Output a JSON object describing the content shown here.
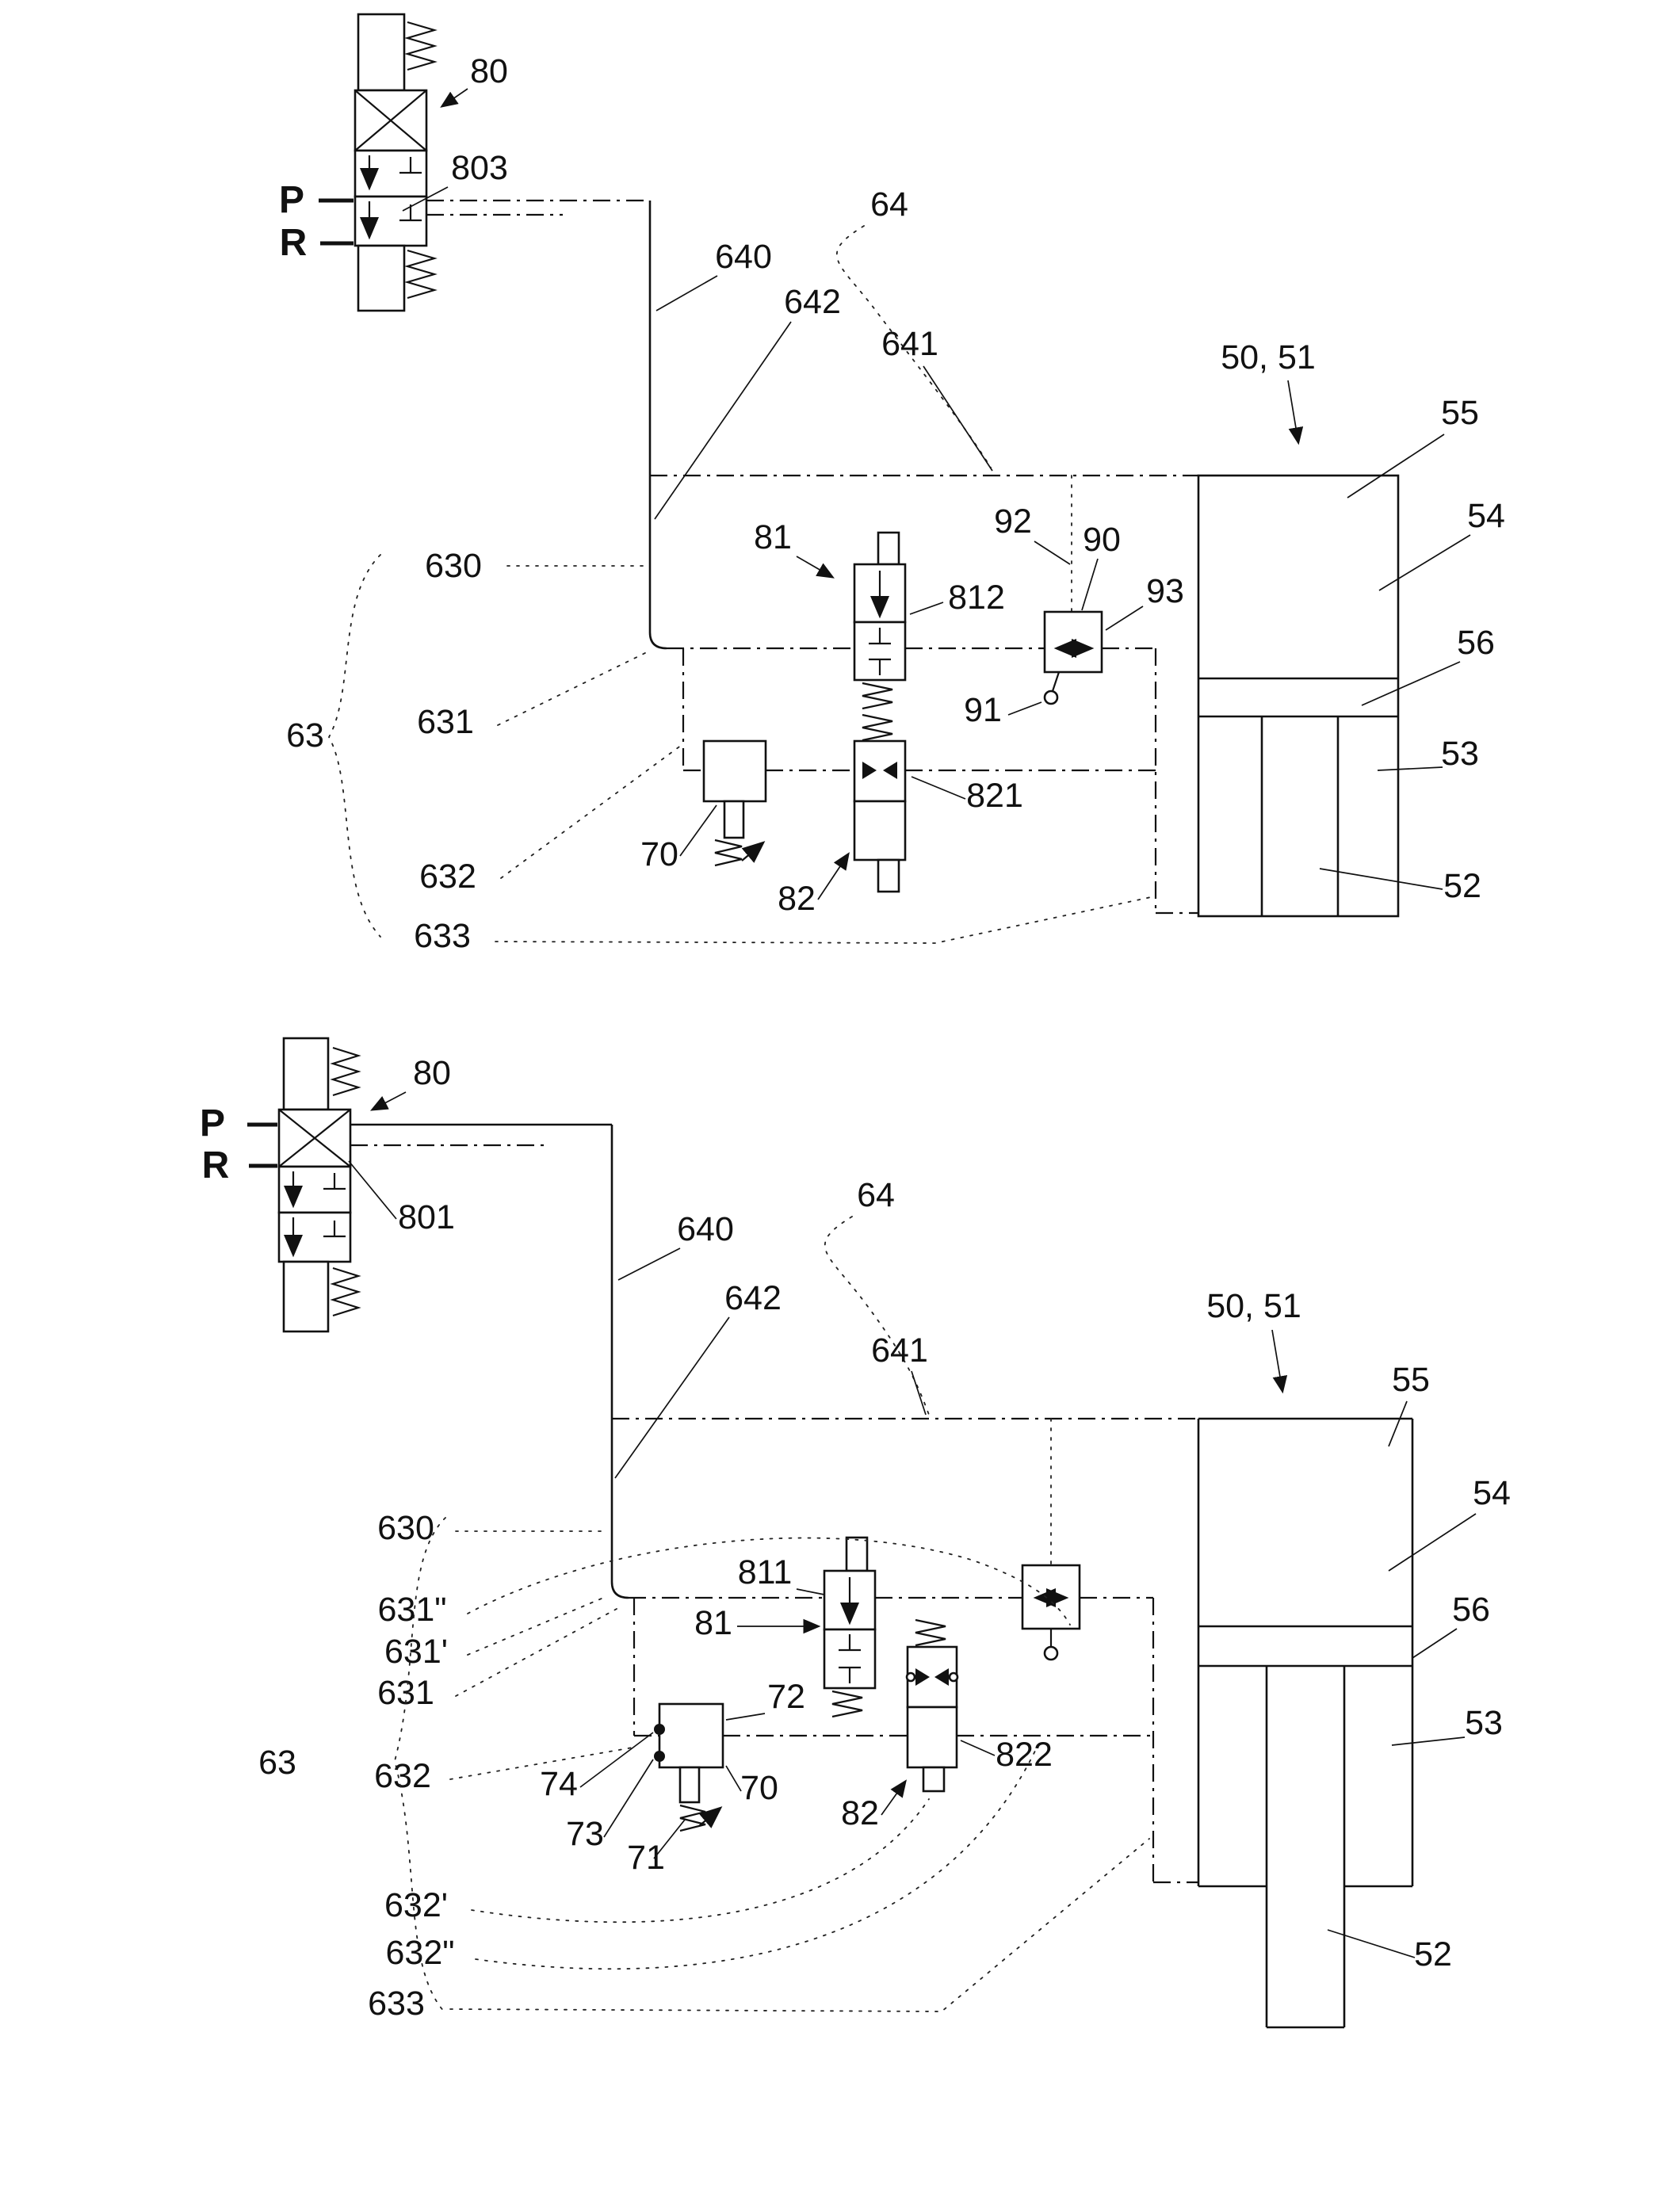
{
  "figure1": {
    "labels": {
      "ref80": "80",
      "ref803": "803",
      "portP": "P",
      "portR": "R",
      "ref640": "640",
      "ref64": "64",
      "ref642": "642",
      "ref641": "641",
      "ref5051": "50, 51",
      "ref55": "55",
      "ref54": "54",
      "ref56": "56",
      "ref53": "53",
      "ref52": "52",
      "ref630": "630",
      "ref63": "63",
      "ref631": "631",
      "ref81": "81",
      "ref812": "812",
      "ref92": "92",
      "ref90": "90",
      "ref93": "93",
      "ref91": "91",
      "ref70": "70",
      "ref821": "821",
      "ref82": "82",
      "ref632": "632",
      "ref633": "633"
    }
  },
  "figure2": {
    "labels": {
      "ref80": "80",
      "ref801": "801",
      "portP": "P",
      "portR": "R",
      "ref640": "640",
      "ref64": "64",
      "ref642": "642",
      "ref641": "641",
      "ref5051": "50, 51",
      "ref55": "55",
      "ref54": "54",
      "ref56": "56",
      "ref53": "53",
      "ref52": "52",
      "ref630": "630",
      "ref631dd": "631\"",
      "ref631d": "631'",
      "ref631": "631",
      "ref811": "811",
      "ref81": "81",
      "ref72": "72",
      "ref74": "74",
      "ref73": "73",
      "ref71": "71",
      "ref70": "70",
      "ref82": "82",
      "ref822": "822",
      "ref63": "63",
      "ref632": "632",
      "ref632d": "632'",
      "ref632dd": "632\"",
      "ref633": "633"
    }
  }
}
